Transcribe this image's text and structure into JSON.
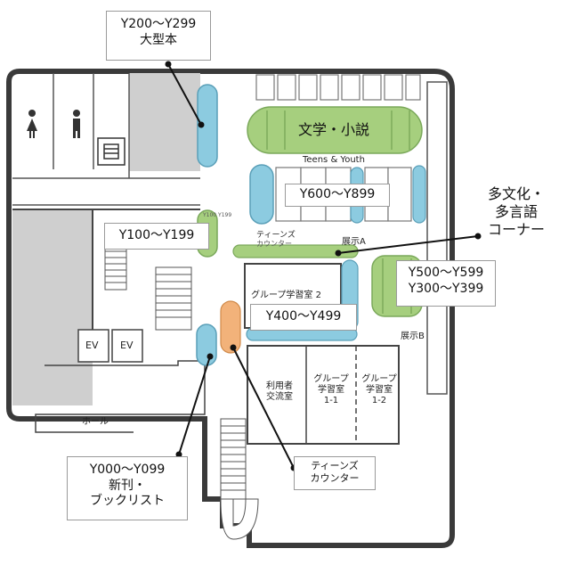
{
  "callouts": {
    "y200": {
      "line1": "Y200〜Y299",
      "line2": "大型本"
    },
    "bungaku": {
      "text": "文学・小説"
    },
    "y600": {
      "text": "Y600〜Y899"
    },
    "tagengo": {
      "line1": "多文化・",
      "line2": "多言語",
      "line3": "コーナー"
    },
    "y100": {
      "text": "Y100〜Y199"
    },
    "y500": {
      "line1": "Y500〜Y599",
      "line2": "Y300〜Y399"
    },
    "y400": {
      "text": "Y400〜Y499"
    },
    "y000": {
      "line1": "Y000〜Y099",
      "line2": "新刊・",
      "line3": "ブックリスト"
    },
    "teens_counter": {
      "line1": "ティーンズ",
      "line2": "カウンター"
    }
  },
  "map_labels": {
    "teens_youth": "Teens & Youth",
    "teens_sign": "ティーンズ",
    "teens_sign2": "カウンター",
    "tenji_a": "展示A",
    "tenji_b": "展示B",
    "group2": "グループ学習室 2",
    "ev1": "EV",
    "ev2": "EV",
    "hall": "ホール",
    "riyosha1": "利用者",
    "riyosha2": "交流室",
    "group11a": "グループ",
    "group11b": "学習室",
    "group11c": "1-1",
    "group12a": "グループ",
    "group12b": "学習室",
    "group12c": "1-2",
    "small_sign": "Y100 Y199"
  },
  "colors": {
    "blue_shelf": "#8ccbe0",
    "green_shelf": "#a6cf7e",
    "orange_counter": "#f2b27a",
    "grey_area": "#cfcfcf",
    "wall": "#3a3a3a"
  }
}
